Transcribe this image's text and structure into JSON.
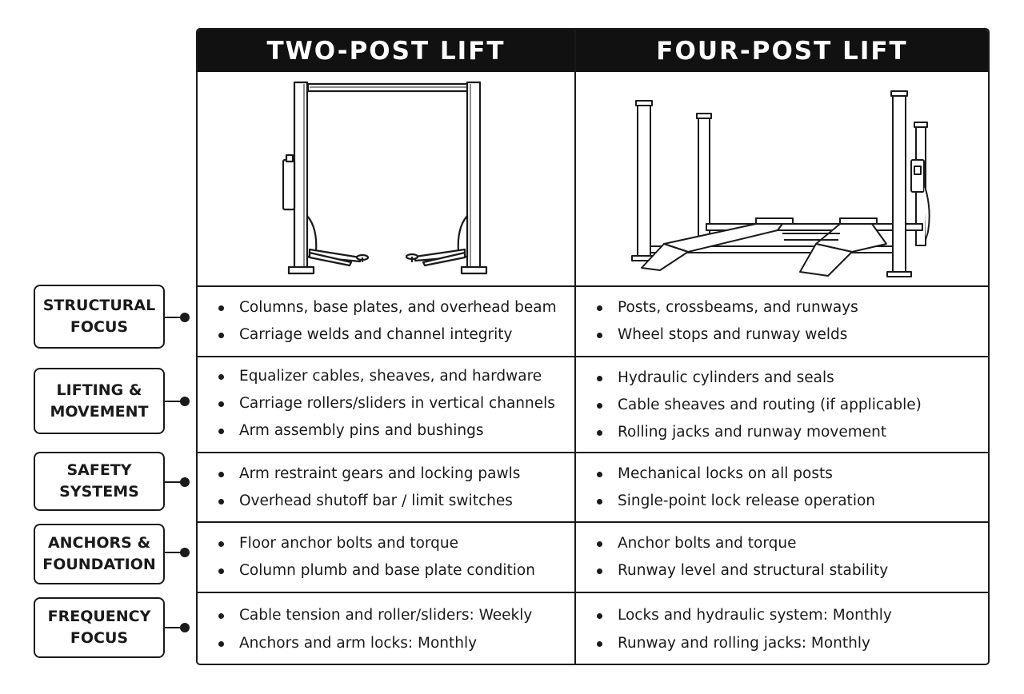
{
  "columns": [
    {
      "title": "TWO-POST LIFT"
    },
    {
      "title": "FOUR-POST LIFT"
    }
  ],
  "illustrations": [
    {
      "icon": "two-post-lift-icon"
    },
    {
      "icon": "four-post-lift-icon"
    }
  ],
  "rows": [
    {
      "label_line1": "STRUCTURAL",
      "label_line2": "FOCUS",
      "two_post": [
        "Columns, base plates, and overhead beam",
        "Carriage welds and channel integrity"
      ],
      "four_post": [
        "Posts, crossbeams, and runways",
        "Wheel stops and runway welds"
      ]
    },
    {
      "label_line1": "LIFTING &",
      "label_line2": "MOVEMENT",
      "two_post": [
        "Equalizer cables, sheaves, and hardware",
        "Carriage rollers/sliders in vertical channels",
        "Arm assembly pins and bushings"
      ],
      "four_post": [
        "Hydraulic cylinders and seals",
        "Cable sheaves and routing (if applicable)",
        "Rolling jacks and runway movement"
      ]
    },
    {
      "label_line1": "SAFETY",
      "label_line2": "SYSTEMS",
      "two_post": [
        "Arm restraint gears and locking pawls",
        "Overhead shutoff bar / limit switches"
      ],
      "four_post": [
        "Mechanical locks on all posts",
        "Single-point lock release operation"
      ]
    },
    {
      "label_line1": "ANCHORS &",
      "label_line2": "FOUNDATION",
      "two_post": [
        "Floor anchor bolts and torque",
        "Column plumb and base plate condition"
      ],
      "four_post": [
        "Anchor bolts and torque",
        "Runway level and structural stability"
      ]
    },
    {
      "label_line1": "FREQUENCY",
      "label_line2": "FOCUS",
      "two_post": [
        "Cable tension and roller/sliders: Weekly",
        "Anchors and arm locks: Monthly"
      ],
      "four_post": [
        "Locks and hydraulic system: Monthly",
        "Runway and rolling jacks: Monthly"
      ]
    }
  ]
}
